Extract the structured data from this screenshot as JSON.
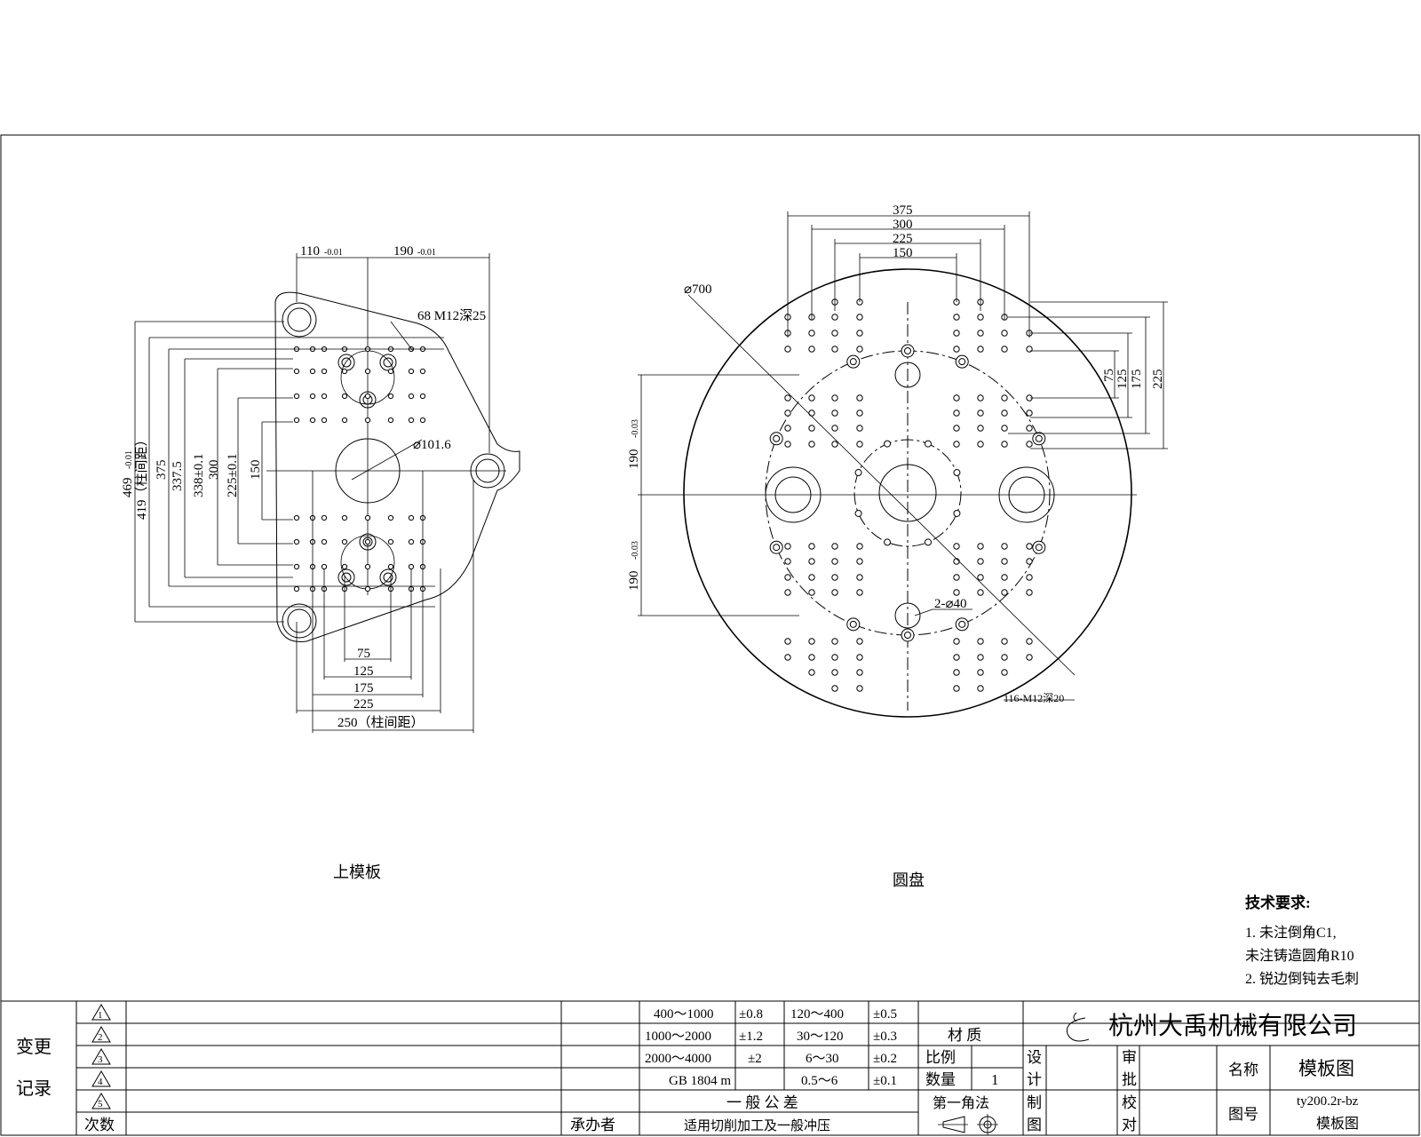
{
  "left_view": {
    "caption": "上模板",
    "dim_top_left": "110",
    "tol_top_left": "-0.01",
    "dim_top_right": "190",
    "tol_top_right": "-0.01",
    "callout_holes": "68 M12深25",
    "callout_center": "⌀101.6",
    "vdims": [
      "469",
      "419（柱间距）",
      "375",
      "337.5",
      "338±0.1",
      "300",
      "225±0.1",
      "150"
    ],
    "vtol_469": "-0.01",
    "hdims": [
      "75",
      "125",
      "175",
      "225",
      "250（柱间距）"
    ]
  },
  "right_view": {
    "caption": "圆盘",
    "callout_diameter": "⌀700",
    "top_dims": [
      "375",
      "300",
      "225",
      "150"
    ],
    "right_dims": [
      "75",
      "125",
      "175",
      "225"
    ],
    "left_dim_upper": "190",
    "left_dim_lower": "190",
    "left_tol": "-0.03",
    "callout_two_holes": "2-⌀40",
    "callout_holes": "116-M12深20"
  },
  "tech_requirements": {
    "title": "技术要求:",
    "line1": "1. 未注倒角C1,",
    "line2": "未注铸造圆角R10",
    "line3": "2. 锐边倒钝去毛刺"
  },
  "title_block": {
    "revision_label_1": "变更",
    "revision_label_2": "记录",
    "rev_marks": [
      "1",
      "2",
      "3",
      "4",
      "5"
    ],
    "col_count": "次数",
    "col_person": "承办者",
    "tolerance_rows": [
      [
        "400～1000",
        "±0.8",
        "120～400",
        "±0.5"
      ],
      [
        "1000～2000",
        "±1.2",
        "30～120",
        "±0.3"
      ],
      [
        "2000～4000",
        "±2",
        "6～30",
        "±0.2"
      ],
      [
        "GB 1804 m",
        "",
        "0.5～6",
        "±0.1"
      ]
    ],
    "general_tol_title": "一 般 公 差",
    "general_tol_note": "适用切削加工及一般冲压",
    "material_label": "材 质",
    "scale_label": "比例",
    "qty_label": "数量",
    "qty_value": "1",
    "projection_label": "第一角法",
    "design_label_1": "设",
    "design_label_2": "计",
    "draw_label_1": "制",
    "draw_label_2": "图",
    "review_label_1": "审",
    "review_label_2": "批",
    "check_label_1": "校",
    "check_label_2": "对",
    "company": "杭州大禹机械有限公司",
    "name_label": "名称",
    "name_value": "模板图",
    "drawing_no_label": "图号",
    "drawing_no_1": "ty200.2r-bz",
    "drawing_no_2": "模板图"
  }
}
